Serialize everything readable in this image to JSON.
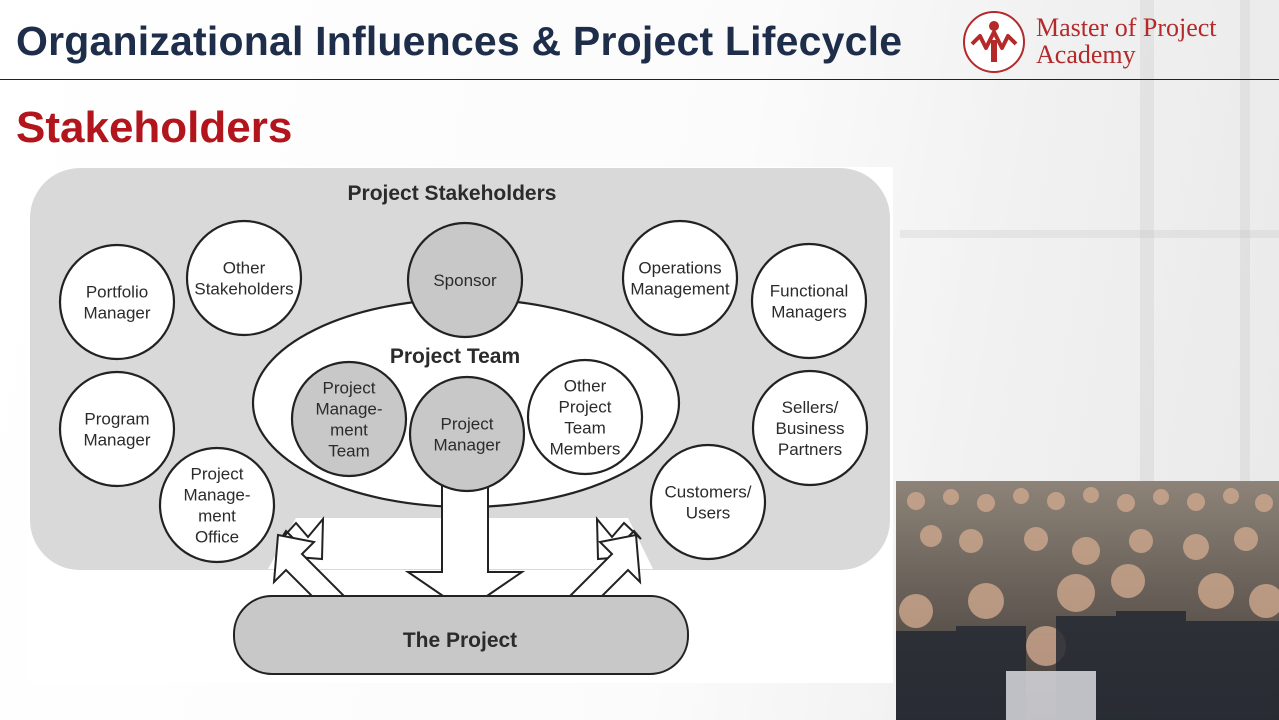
{
  "header": {
    "title": "Organizational Influences & Project Lifecycle",
    "logo_line1": "Master of Project",
    "logo_line2": "Academy"
  },
  "subtitle": "Stakeholders",
  "diagram": {
    "title": "Project Stakeholders",
    "team_title": "Project Team",
    "project_label": "The Project",
    "stakeholders": {
      "portfolio_manager": [
        "Portfolio",
        "Manager"
      ],
      "other_stakeholders": [
        "Other",
        "Stakeholders"
      ],
      "sponsor": [
        "Sponsor"
      ],
      "operations_management": [
        "Operations",
        "Management"
      ],
      "functional_managers": [
        "Functional",
        "Managers"
      ],
      "program_manager": [
        "Program",
        "Manager"
      ],
      "pmo": [
        "Project",
        "Manage-",
        "ment",
        "Office"
      ],
      "sellers": [
        "Sellers/",
        "Business",
        "Partners"
      ],
      "customers": [
        "Customers/",
        "Users"
      ],
      "pm_team": [
        "Project",
        "Manage-",
        "ment",
        "Team"
      ],
      "project_manager": [
        "Project",
        "Manager"
      ],
      "other_team_members": [
        "Other",
        "Project",
        "Team",
        "Members"
      ]
    }
  },
  "colors": {
    "title": "#1d2d4a",
    "accent_red": "#b2151b",
    "logo_red": "#b4292a",
    "diagram_gray": "#d9d9d9",
    "circle_gray": "#c8c8c8"
  }
}
